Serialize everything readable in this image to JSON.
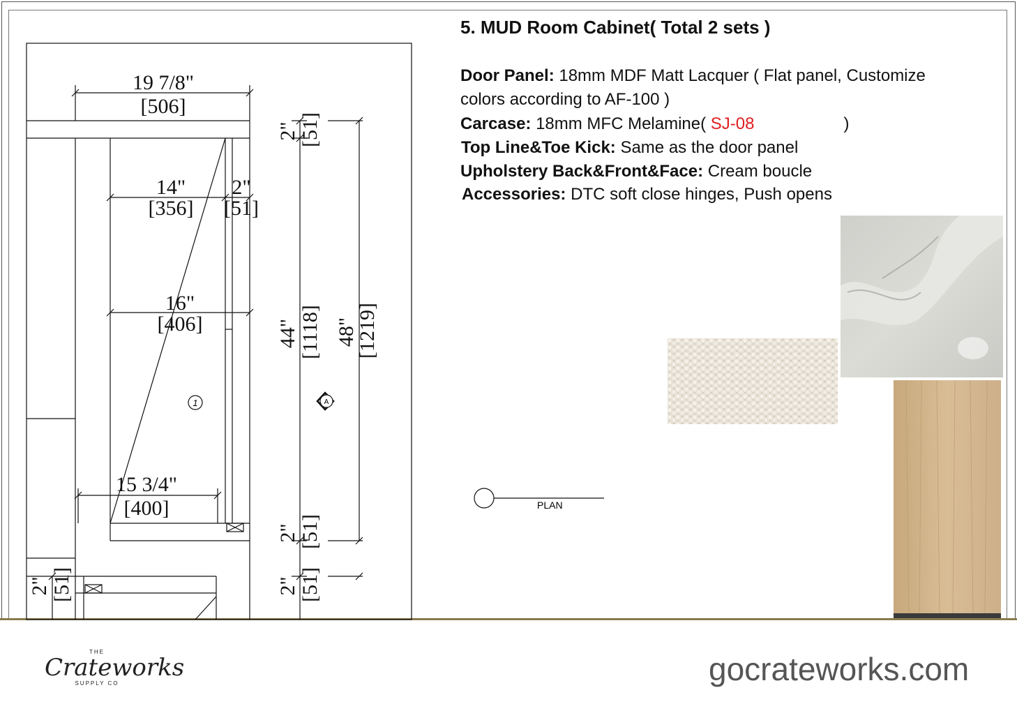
{
  "title": "5. MUD Room Cabinet( Total 2 sets )",
  "specs": [
    {
      "label": "Door Panel:",
      "value": " 18mm MDF Matt Lacquer ( Flat panel, Customize"
    },
    {
      "label": "",
      "value": "colors according to AF-100 )"
    },
    {
      "label": "Carcase:",
      "value": " 18mm MFC Melamine( ",
      "code": "SJ-08",
      "suffix": ")"
    },
    {
      "label": "Top Line&Toe Kick:",
      "value": " Same as the door panel"
    },
    {
      "label": "Upholstery Back&Front&Face:",
      "value": " Cream boucle"
    },
    {
      "label": "Accessories:",
      "value": " DTC soft close hinges, Push opens"
    }
  ],
  "drawing": {
    "dims": {
      "top_width": "19 7/8\"",
      "top_width_mm": "[506]",
      "inner_width": "14\"",
      "inner_width_mm": "[356]",
      "side_gap": "2\"",
      "side_gap_mm": "[51]",
      "mid_width": "16\"",
      "mid_width_mm": "[406]",
      "bottom_width": "15 3/4\"",
      "bottom_width_mm": "[400]",
      "top_rail": "2\"",
      "top_rail_mm": "[51]",
      "inner_height": "44\"",
      "inner_height_mm": "[1118]",
      "total_height": "48\"",
      "total_height_mm": "[1219]",
      "bottom_rail": "2\"",
      "bottom_rail_mm": "[51]",
      "toe_rail": "2\"",
      "toe_rail_mm": "[51]",
      "left_rail": "2\"",
      "left_rail_mm": "[51]"
    },
    "marker_1": "1",
    "marker_a": "A",
    "plan_label": "PLAN"
  },
  "footer": {
    "logo_the": "THE",
    "logo_name": "Crateworks",
    "logo_sub": "SUPPLY CO",
    "website": "gocrateworks.com"
  },
  "colors": {
    "accent_red": "#e02020",
    "footer_gold": "#8a7a4e"
  }
}
